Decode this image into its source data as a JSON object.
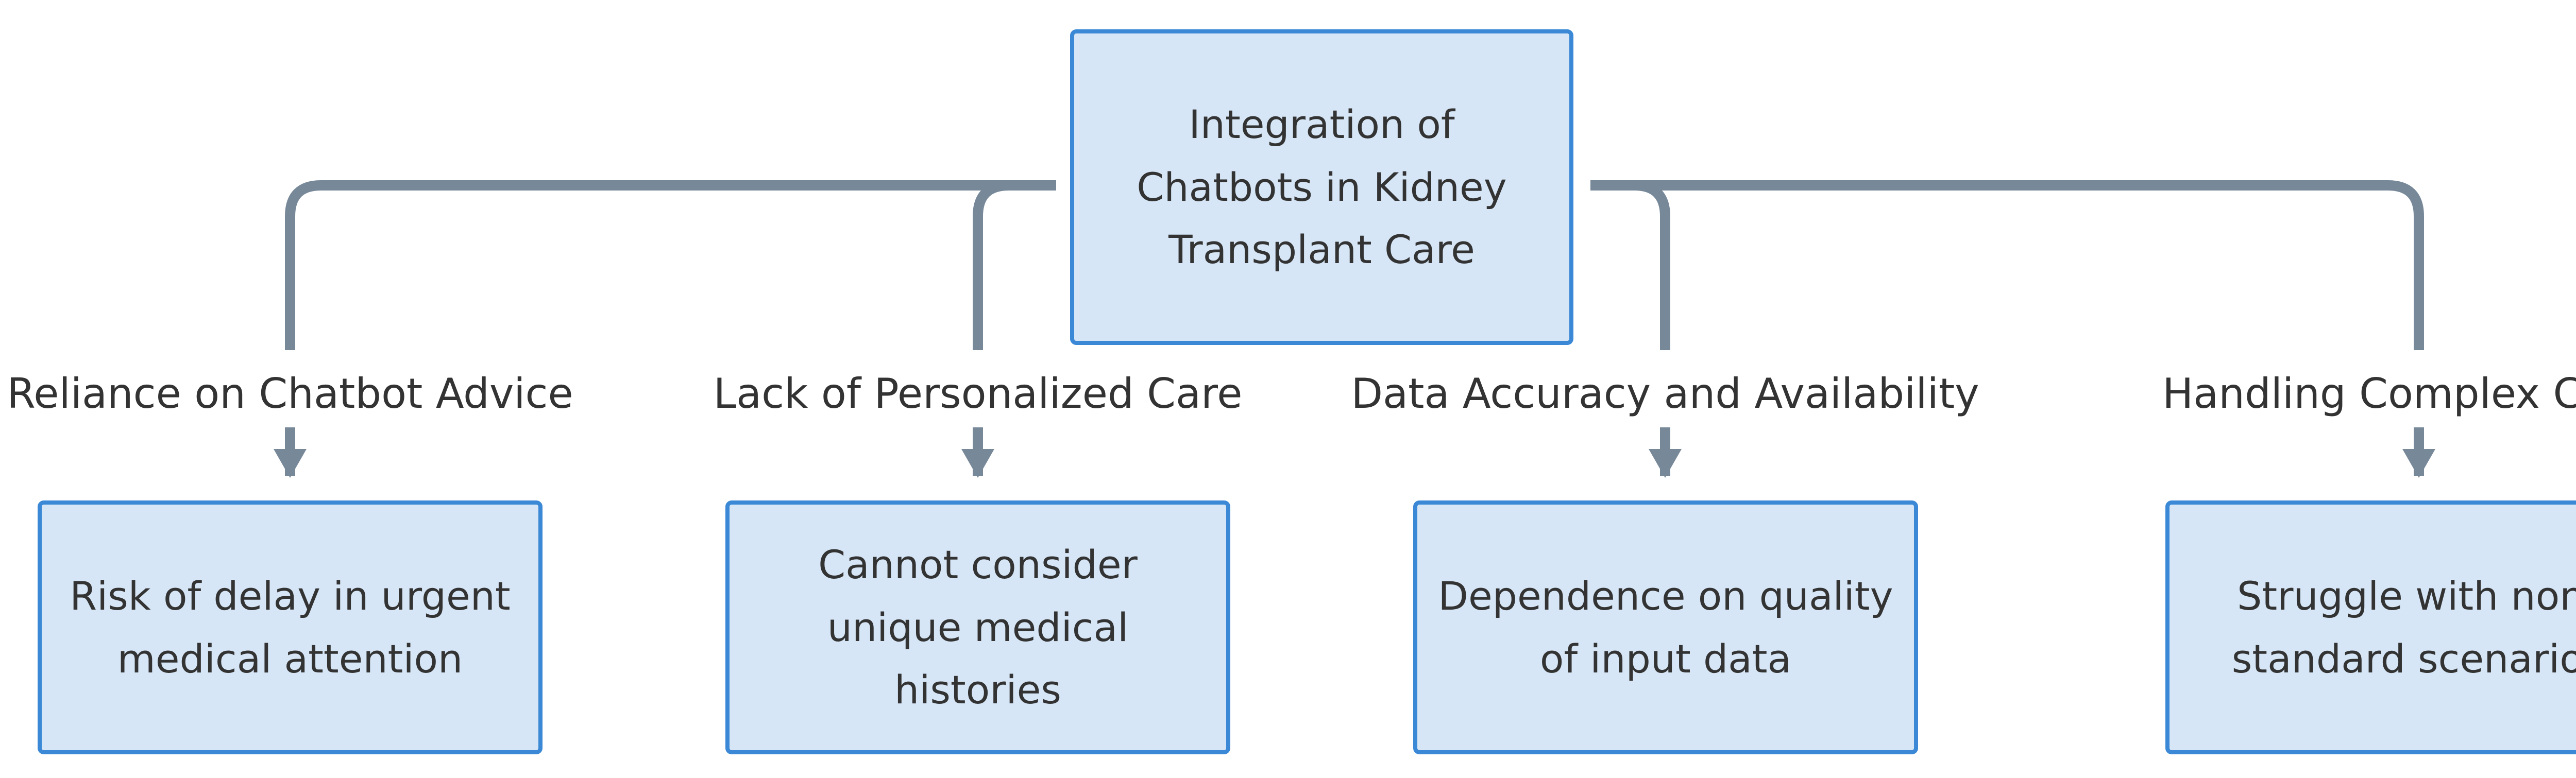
{
  "diagram": {
    "root": {
      "text": "Integration of Chatbots in Kidney Transplant Care"
    },
    "branches": [
      {
        "label": "Reliance on Chatbot Advice",
        "child": "Risk of delay in urgent medical attention"
      },
      {
        "label": "Lack of Personalized Care",
        "child": "Cannot consider unique medical histories"
      },
      {
        "label": "Data Accuracy and Availability",
        "child": "Dependence on quality of input data"
      },
      {
        "label": "Handling Complex Cases",
        "child": "Struggle with non-standard scenarios"
      }
    ],
    "colors": {
      "node_fill": "#d6e6f6",
      "node_border": "#3b89d6",
      "connector": "#778899",
      "text": "#333333"
    }
  }
}
